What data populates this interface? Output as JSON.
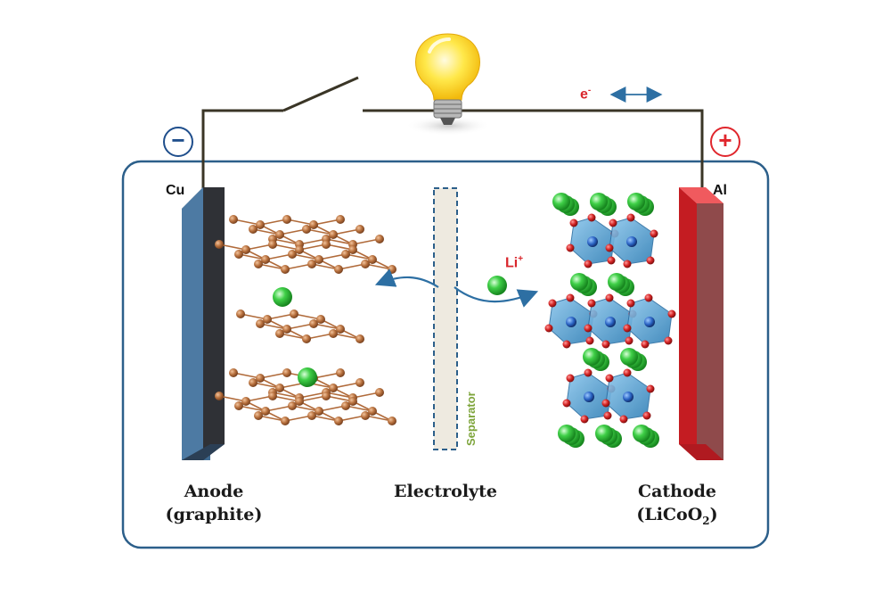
{
  "labels": {
    "anode_line1": "Anode",
    "anode_line2": "(graphite)",
    "electrolyte": "Electrolyte",
    "cathode_line1": "Cathode",
    "cathode_formula_main": "(LiCoO",
    "cathode_formula_sub": "2",
    "cathode_formula_end": ")",
    "separator": "Separator",
    "cu": "Cu",
    "al": "Al",
    "electron": "e",
    "electron_sup": "-",
    "li_ion": "Li",
    "li_ion_sup": "+",
    "negative": "−",
    "positive": "+"
  },
  "colors": {
    "anode": "#3f6a91",
    "cathode": "#e0262d",
    "graphite_atom": "#a0522d",
    "li_ion": "#2fbf3a",
    "octahedron": "#4f9fd4",
    "oxygen": "#cc1f1f",
    "container": "#2c5f8a",
    "wire": "#3a3526",
    "negative": "#1f4e8c",
    "positive": "#e0262d",
    "separator_label": "#7da43a"
  },
  "icons": [
    "light-bulb-icon",
    "switch-icon",
    "double-arrow-icon"
  ]
}
